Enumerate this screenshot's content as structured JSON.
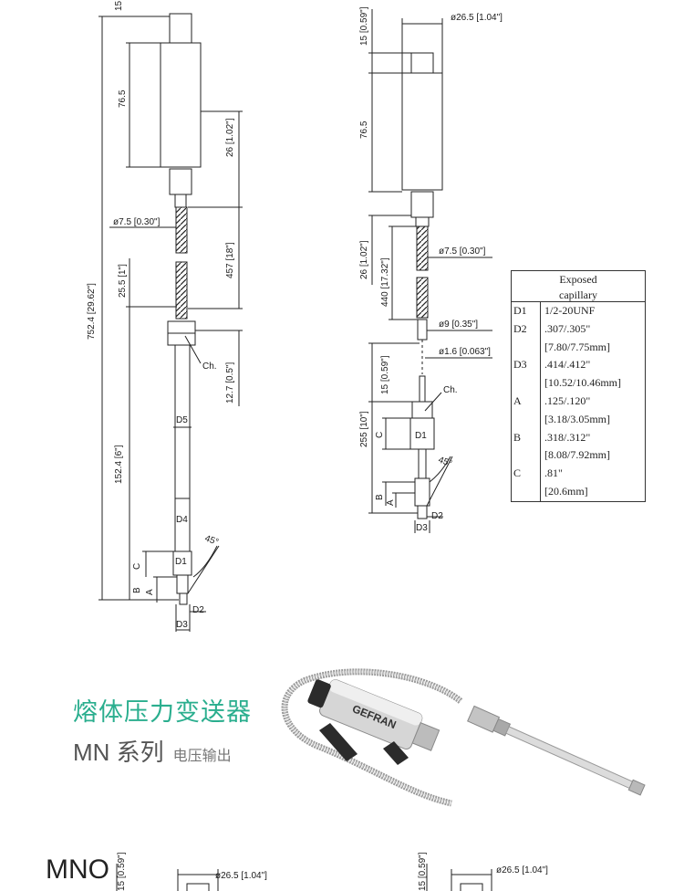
{
  "title": {
    "cn": "熔体压力变送器",
    "series": "MN 系列",
    "subtitle": "电压输出"
  },
  "bottom_label": "MNO",
  "left_drawing": {
    "dims": {
      "top_15": "15",
      "d765": "76.5",
      "d26": "26 [1.02\"]",
      "phi75": "ø7.5 [0.30\"]",
      "d457": "457 [18\"]",
      "d255": "25.5 [1\"]",
      "d7524": "752.4 [29.62\"]",
      "ch": "Ch.",
      "d127": "12.7 [0.5\"]",
      "d5": "D5",
      "d1524": "152.4 [6\"]",
      "d4": "D4",
      "d1": "D1",
      "angle": "45°",
      "c": "C",
      "b": "B",
      "a": "A",
      "d2": "D2",
      "d3": "D3"
    }
  },
  "right_drawing": {
    "dims": {
      "phi265": "ø26.5 [1.04\"]",
      "d15": "15 [0.59\"]",
      "d765": "76.5",
      "d26": "26 [1.02\"]",
      "phi75": "ø7.5 [0.30\"]",
      "d440": "440 [17.32\"]",
      "phi9": "ø9 [0.35\"]",
      "phi16": "ø1.6 [0.063\"]",
      "d15b": "15 [0.59\"]",
      "ch": "Ch.",
      "d255": "255 [10\"]",
      "c": "C",
      "d1": "D1",
      "angle": "45°",
      "b": "B",
      "a": "A",
      "d2": "D2",
      "d3": "D3"
    }
  },
  "table": {
    "header_line1": "Exposed",
    "header_line2": "capillary",
    "rows": [
      {
        "key": "D1",
        "value": "1/2-20UNF"
      },
      {
        "key": "D2",
        "value": ".307/.305\""
      },
      {
        "key": "",
        "value": "[7.80/7.75mm]"
      },
      {
        "key": "D3",
        "value": ".414/.412\""
      },
      {
        "key": "",
        "value": "[10.52/10.46mm]"
      },
      {
        "key": "A",
        "value": ".125/.120\""
      },
      {
        "key": "",
        "value": "[3.18/3.05mm]"
      },
      {
        "key": "B",
        "value": ".318/.312\""
      },
      {
        "key": "",
        "value": "[8.08/7.92mm]"
      },
      {
        "key": "C",
        "value": ".81\""
      },
      {
        "key": "",
        "value": "[20.6mm]"
      }
    ]
  },
  "product_photo": {
    "brand_text": "GEFRAN"
  },
  "bottom_drawings": {
    "left": {
      "d15": "15 [0.59\"]",
      "phi265": "ø26.5 [1.04\"]"
    },
    "right": {
      "d15": "15 [0.59\"]",
      "phi265": "ø26.5 [1.04\"]"
    }
  },
  "colors": {
    "title_accent": "#2aae8e",
    "line": "#222222"
  }
}
